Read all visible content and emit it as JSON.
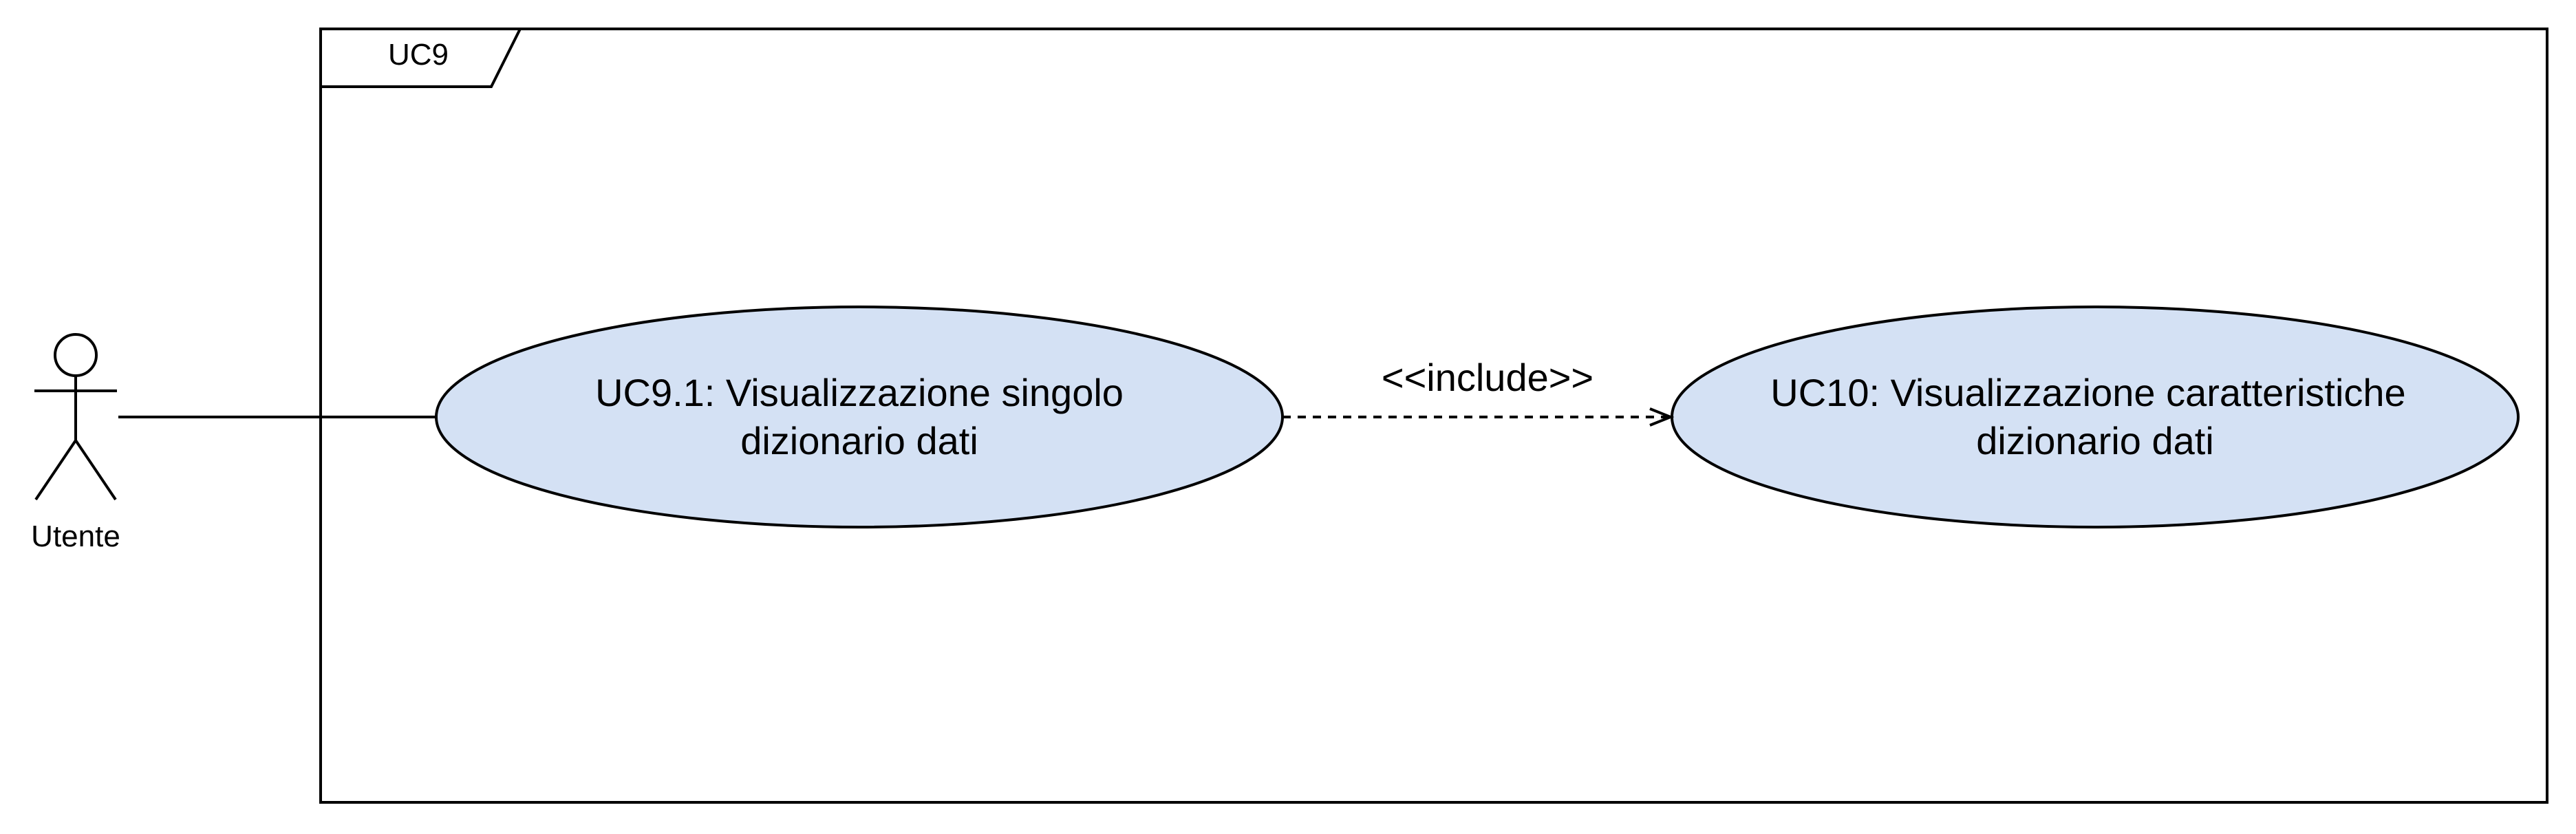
{
  "frame": {
    "label": "UC9"
  },
  "actor": {
    "name": "Utente"
  },
  "use_cases": [
    {
      "id": "uc9-1",
      "line1": "UC9.1: Visualizzazione singolo",
      "line2": "dizionario dati",
      "fill": "#d4e1f4"
    },
    {
      "id": "uc10",
      "line1": "UC10: Visualizzazione caratteristiche",
      "line2": "dizionario dati",
      "fill": "#d4e1f4"
    }
  ],
  "relationship": {
    "label": "<<include>>",
    "style": "dashed-open-arrow"
  }
}
